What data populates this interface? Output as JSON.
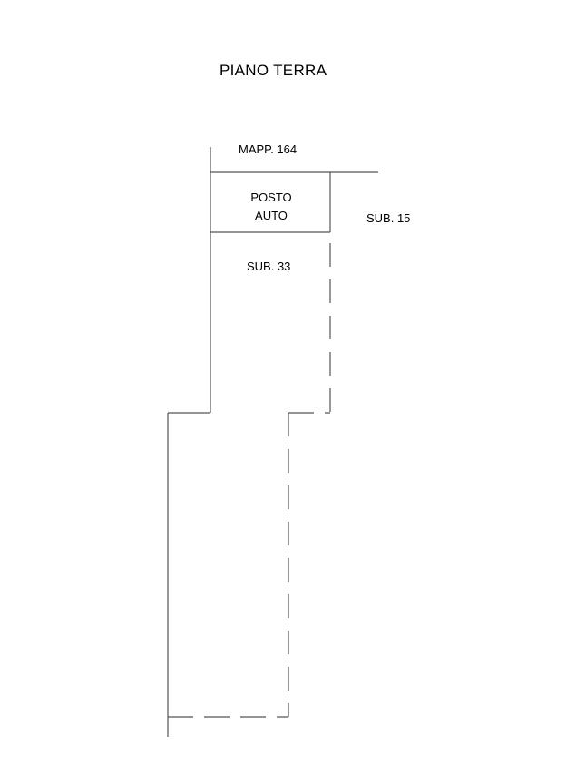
{
  "title": "PIANO TERRA",
  "labels": {
    "mapp": "MAPP. 164",
    "posto_auto_line1": "POSTO",
    "posto_auto_line2": "AUTO",
    "sub15": "SUB. 15",
    "sub33": "SUB. 33"
  },
  "colors": {
    "line": "#555555",
    "text": "#000000"
  }
}
